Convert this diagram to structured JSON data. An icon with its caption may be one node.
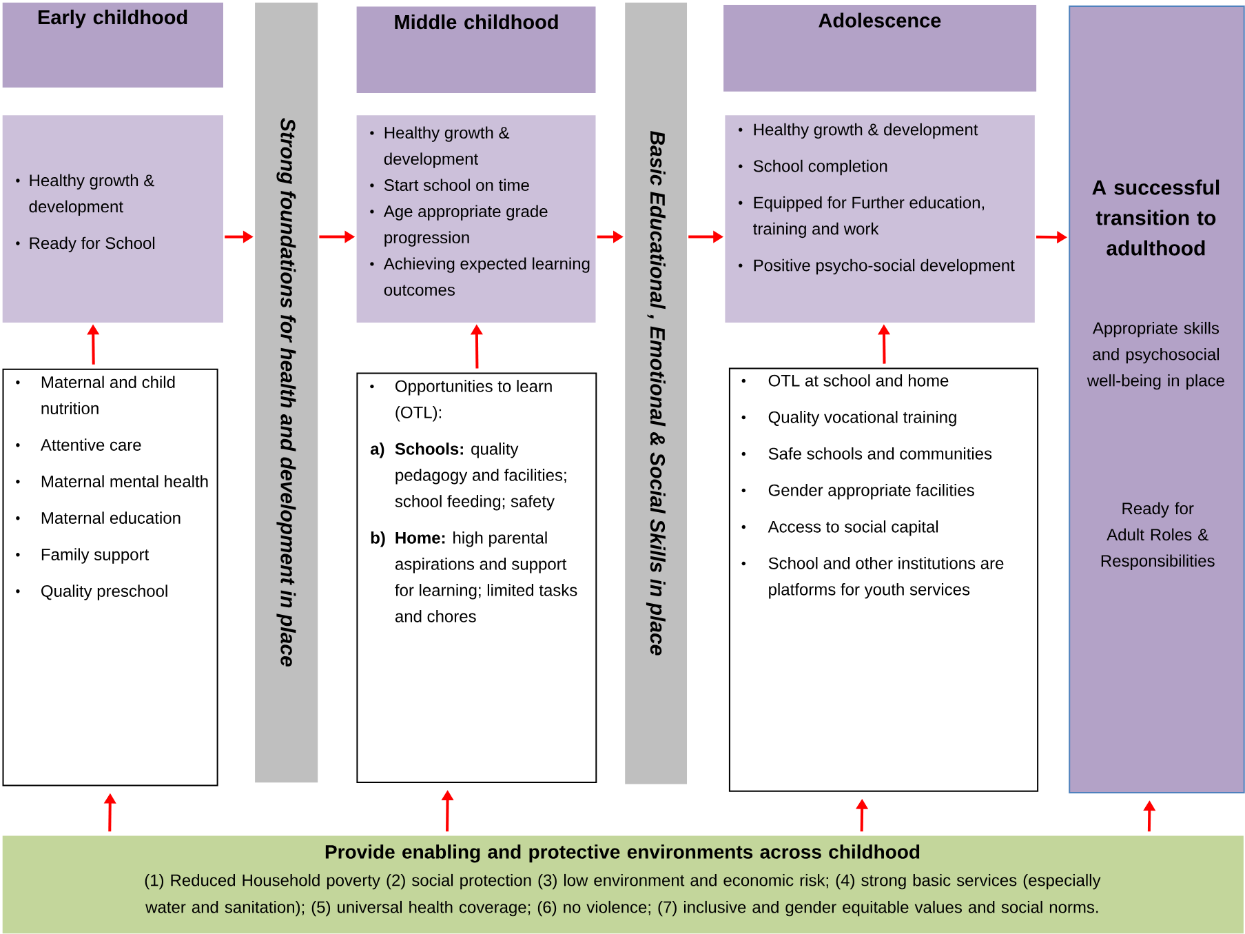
{
  "diagram": {
    "nodes": [
      {
        "text": [
          "Early childhood"
        ]
      },
      {
        "text": [
          "Healthy growth & development",
          "Ready for School"
        ]
      },
      {
        "text": [
          "Maternal and child nutrition",
          "Attentive care",
          "Maternal mental health",
          "Maternal education",
          "Family support",
          "Quality preschool"
        ]
      },
      {
        "text": [
          "Strong foundations for health and development in place"
        ]
      },
      {
        "text": [
          "Middle childhood"
        ]
      },
      {
        "text": [
          "Healthy growth & development",
          "Start school on time",
          "Age appropriate grade progression",
          "Achieving expected learning outcomes"
        ]
      },
      {
        "text": [
          "Opportunities to learn (OTL):",
          "a)",
          "**Schools:** quality pedagogy and facilities; school feeding; safety",
          "b)",
          "**Home:** high parental aspirations and support for learning; limited tasks and chores"
        ]
      },
      {
        "text": [
          "Basic Educational , Emotional & Social Skills in place"
        ]
      },
      {
        "text": [
          "Adolescence"
        ]
      },
      {
        "text": [
          "Healthy growth & development",
          "School completion",
          "Equipped for Further education, training and work",
          "Positive psycho-social development"
        ]
      },
      {
        "text": [
          "OTL at school and home",
          "Quality vocational training",
          "Safe schools and communities",
          "Gender appropriate facilities",
          "Access to social capital",
          "School and other institutions are platforms for youth services"
        ]
      },
      {
        "text": [
          "A successful transition to adulthood",
          "Appropriate skills and psychosocial well-being in place",
          "Ready for Adult Roles & Responsibilities"
        ]
      },
      {
        "text": [
          "Provide enabling and protective environments across childhood",
          "(1) Reduced Household poverty (2) social protection (3) low environment and economic risk; (4) strong basic services (especially water and sanitation); (5) universal health coverage; (6) no violence; (7) inclusive and gender equitable values and social norms."
        ]
      }
    ],
    "edges": [
      {
        "from": 1,
        "to": 3,
        "arrow": "to"
      },
      {
        "from": 3,
        "to": 5,
        "arrow": "to"
      },
      {
        "from": 5,
        "to": 7,
        "arrow": "to"
      },
      {
        "from": 7,
        "to": 9,
        "arrow": "to"
      },
      {
        "from": 9,
        "to": 11,
        "arrow": "to"
      },
      {
        "from": 2,
        "to": 1,
        "arrow": "to"
      },
      {
        "from": 6,
        "to": 5,
        "arrow": "to"
      },
      {
        "from": 10,
        "to": 9,
        "arrow": "to"
      },
      {
        "from": 12,
        "to": 2,
        "arrow": "to"
      },
      {
        "from": 12,
        "to": 6,
        "arrow": "to"
      },
      {
        "from": 12,
        "to": 10,
        "arrow": "to"
      },
      {
        "from": 12,
        "to": 11,
        "arrow": "to"
      }
    ]
  }
}
